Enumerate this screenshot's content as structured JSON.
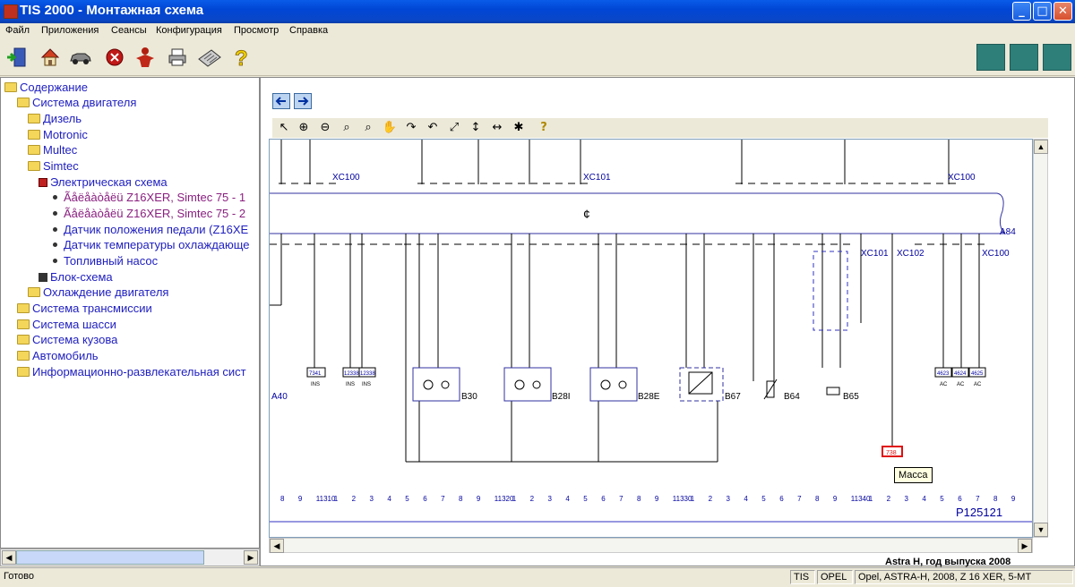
{
  "window": {
    "title": "TIS 2000 - Монтажная схема"
  },
  "menu": [
    "Файл",
    "Приложения",
    "Сеансы",
    "Конфигурация",
    "Просмотр",
    "Справка"
  ],
  "tree": [
    {
      "label": "Содержание",
      "level": 0,
      "icon": "folder-open-icon"
    },
    {
      "label": "Система двигателя",
      "level": 1,
      "icon": "folder-open-icon"
    },
    {
      "label": "Дизель",
      "level": 2,
      "icon": "folder-icon"
    },
    {
      "label": "Motronic",
      "level": 2,
      "icon": "folder-icon"
    },
    {
      "label": "Multec",
      "level": 2,
      "icon": "folder-icon"
    },
    {
      "label": "Simtec",
      "level": 2,
      "icon": "folder-open-icon"
    },
    {
      "label": "Электрическая схема",
      "level": 3,
      "icon": "diagram-icon"
    },
    {
      "label": "Ãåëåàòåëü Z16XER, Simtec 75 - 1",
      "level": 4,
      "icon": "bullet-icon",
      "visited": true
    },
    {
      "label": "Ãåëåàòåëü Z16XER, Simtec 75 - 2",
      "level": 4,
      "icon": "bullet-icon",
      "visited": true
    },
    {
      "label": "Датчик положения педали (Z16XE",
      "level": 4,
      "icon": "bullet-icon"
    },
    {
      "label": "Датчик температуры охлаждающе",
      "level": 4,
      "icon": "bullet-icon"
    },
    {
      "label": "Топливный насос",
      "level": 4,
      "icon": "bullet-icon"
    },
    {
      "label": "Блок-схема",
      "level": 3,
      "icon": "diagram-icon"
    },
    {
      "label": "Охлаждение двигателя",
      "level": 2,
      "icon": "folder-icon"
    },
    {
      "label": "Система трансмиссии",
      "level": 0,
      "icon": "folder-icon"
    },
    {
      "label": "Система шасси",
      "level": 0,
      "icon": "folder-icon"
    },
    {
      "label": "Система кузова",
      "level": 0,
      "icon": "folder-icon"
    },
    {
      "label": "Автомобиль",
      "level": 0,
      "icon": "folder-icon"
    },
    {
      "label": "Информационно-развлекательная сист",
      "level": 0,
      "icon": "folder-icon"
    }
  ],
  "diagram": {
    "connectors": [
      "XC100",
      "XC101",
      "XC100",
      "XC101",
      "XC102",
      "XC100"
    ],
    "modules": [
      "A84",
      "A40"
    ],
    "components": [
      "B30",
      "B28I",
      "B28E",
      "B67",
      "B64",
      "B65"
    ],
    "grounds": [
      "7341",
      "12338",
      "12338",
      "4623",
      "4624",
      "4625"
    ],
    "ground_labels": [
      "INS",
      "INS",
      "INS",
      "AC",
      "AC",
      "AC"
    ],
    "ground_point": "738",
    "ref_number": "P125121",
    "grid_numbers": [
      "8",
      "9",
      "11310",
      "1",
      "2",
      "3",
      "4",
      "5",
      "6",
      "7",
      "8",
      "9",
      "11320",
      "1",
      "2",
      "3",
      "4",
      "5",
      "6",
      "7",
      "8",
      "9",
      "11330",
      "1",
      "2",
      "3",
      "4",
      "5",
      "6",
      "7",
      "8",
      "9",
      "11340",
      "1",
      "2",
      "3",
      "4",
      "5",
      "6",
      "7",
      "8",
      "9"
    ]
  },
  "tooltip": "Масса",
  "partial_text": "Astra H, год выпуска 2008",
  "status": {
    "left": "Готово",
    "mode": "TIS",
    "brand": "OPEL",
    "vehicle": "Opel, ASTRA-H, 2008, Z 16 XER, 5-MT"
  }
}
